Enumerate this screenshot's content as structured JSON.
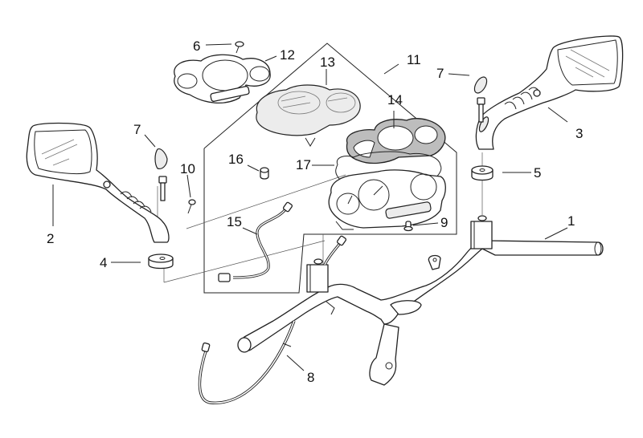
{
  "diagram": {
    "title": "Handlebar, mirrors and instrument cluster exploded view",
    "background": "#ffffff",
    "line_color": "#222222",
    "accent_grey": "#bdbdbd",
    "callouts": {
      "c1": "1",
      "c2": "2",
      "c3": "3",
      "c4": "4",
      "c5": "5",
      "c6": "6",
      "c7a": "7",
      "c7b": "7",
      "c8": "8",
      "c9": "9",
      "c10": "10",
      "c11": "11",
      "c12": "12",
      "c13": "13",
      "c14": "14",
      "c15": "15",
      "c16": "16",
      "c17": "17"
    },
    "parts": [
      {
        "number": "1",
        "name": "handlebar"
      },
      {
        "number": "2",
        "name": "left mirror"
      },
      {
        "number": "3",
        "name": "right mirror"
      },
      {
        "number": "4",
        "name": "left mirror washer"
      },
      {
        "number": "5",
        "name": "right mirror washer"
      },
      {
        "number": "6",
        "name": "screw"
      },
      {
        "number": "7",
        "name": "mirror bolt with cap"
      },
      {
        "number": "8",
        "name": "speedometer cable"
      },
      {
        "number": "9",
        "name": "bulb holder"
      },
      {
        "number": "10",
        "name": "screw"
      },
      {
        "number": "11",
        "name": "instrument cluster assembly"
      },
      {
        "number": "12",
        "name": "instrument cover"
      },
      {
        "number": "13",
        "name": "instrument glass"
      },
      {
        "number": "14",
        "name": "instrument bezel"
      },
      {
        "number": "15",
        "name": "wiring lead"
      },
      {
        "number": "16",
        "name": "grommet"
      },
      {
        "number": "17",
        "name": "gasket"
      }
    ]
  }
}
